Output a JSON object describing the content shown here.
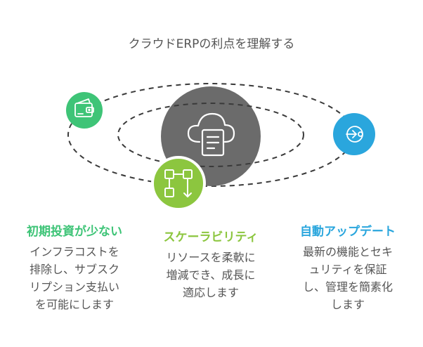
{
  "title": "クラウドERPの利点を理解する",
  "colors": {
    "center": "#6b6b6b",
    "cost": "#3ec477",
    "scalability": "#8cc63f",
    "update": "#2aa6dd",
    "dash": "#3a3a3a",
    "text": "#555555"
  },
  "center_icon": "cloud-document-icon",
  "features": [
    {
      "id": "cost",
      "icon": "wallet-icon",
      "title": "初期投資が少ない",
      "desc": [
        "インフラコストを",
        "排除し、サブスク",
        "リプション支払い",
        "を可能にします"
      ]
    },
    {
      "id": "scalability",
      "icon": "flowchart-icon",
      "title": "スケーラビリティ",
      "desc": [
        "リソースを柔軟に",
        "増減でき、成長に",
        "適応します"
      ]
    },
    {
      "id": "update",
      "icon": "arrow-refresh-icon",
      "title": "自動アップデート",
      "desc": [
        "最新の機能とセキ",
        "ュリティを保証",
        "し、管理を簡素化",
        "します"
      ]
    }
  ]
}
